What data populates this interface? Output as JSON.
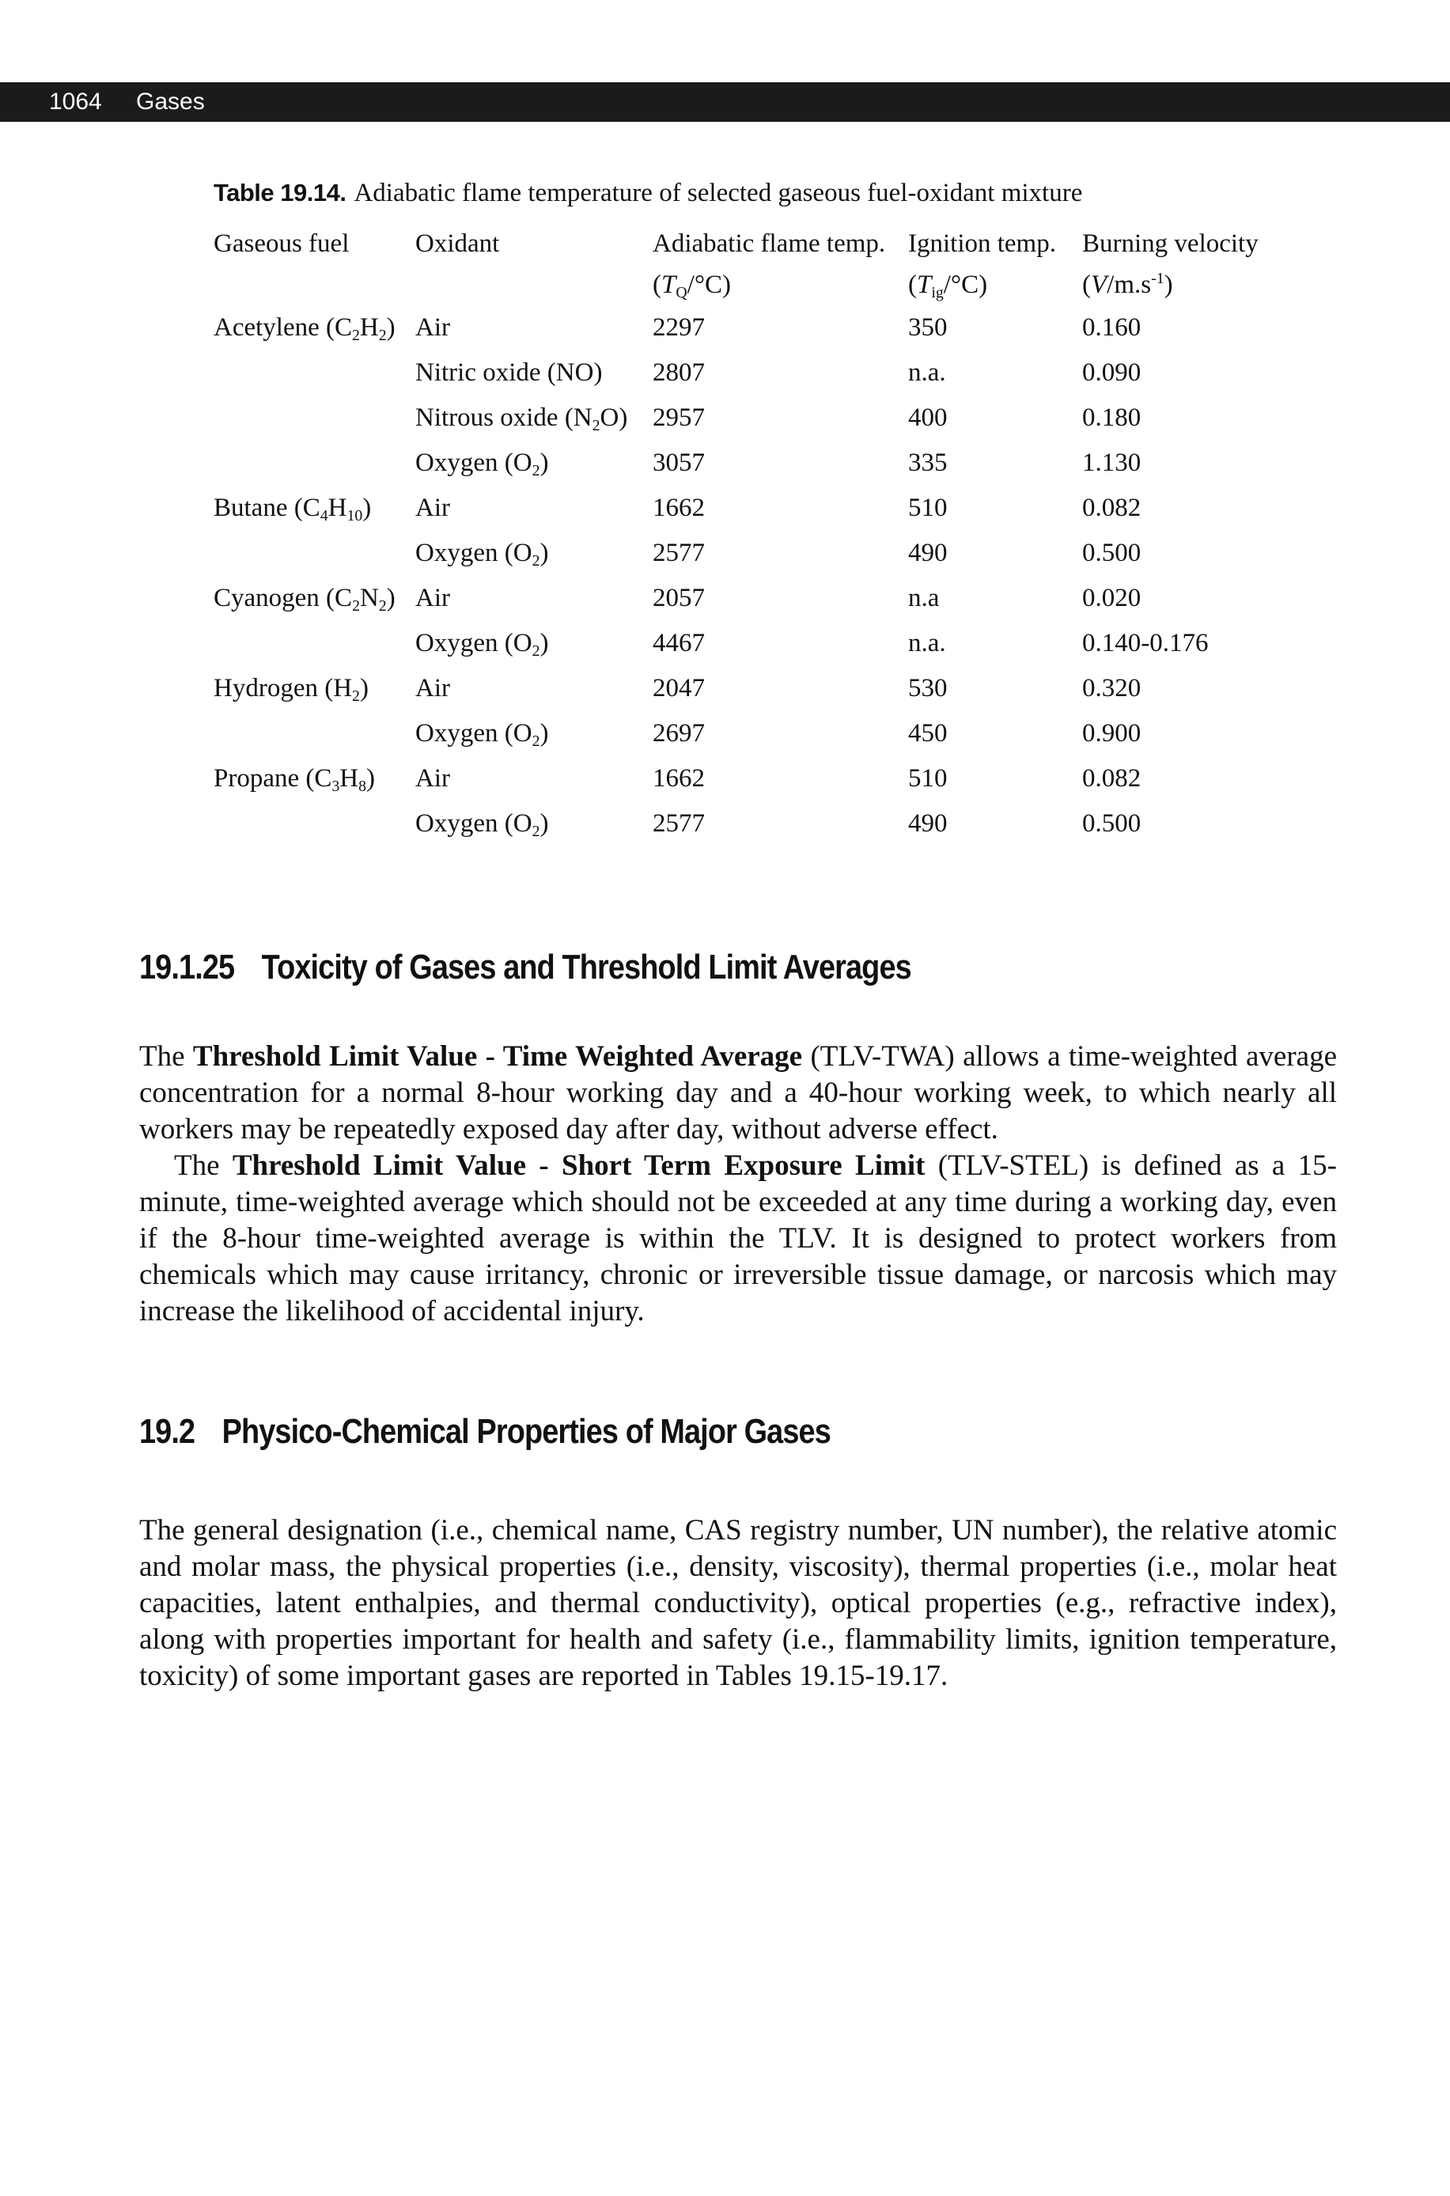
{
  "header": {
    "page_number": "1064",
    "section": "Gases"
  },
  "table": {
    "label": "Table 19.14.",
    "caption": "Adiabatic flame temperature of selected gaseous fuel-oxidant mixture",
    "columns": [
      {
        "line1": "Gaseous fuel",
        "line2": ""
      },
      {
        "line1": "Oxidant",
        "line2": ""
      },
      {
        "line1": "Adiabatic flame temp.",
        "line2_parts": [
          "(",
          "T",
          "Q",
          "/°C)"
        ]
      },
      {
        "line1": "Ignition temp.",
        "line2_parts": [
          "(",
          "T",
          "ig",
          "/°C)"
        ]
      },
      {
        "line1": "Burning velocity",
        "line2_parts": [
          "(",
          "V",
          "/m.s",
          "-1",
          ")"
        ]
      }
    ],
    "rows": [
      {
        "fuel": [
          "Acetylene (C",
          "2",
          "H",
          "2",
          ")"
        ],
        "oxidant": [
          "Air"
        ],
        "flame": "2297",
        "ignition": "350",
        "velocity": "0.160"
      },
      {
        "fuel": [],
        "oxidant": [
          "Nitric oxide (NO)"
        ],
        "flame": "2807",
        "ignition": "n.a.",
        "velocity": "0.090"
      },
      {
        "fuel": [],
        "oxidant": [
          "Nitrous oxide (N",
          "2",
          "O)"
        ],
        "flame": "2957",
        "ignition": "400",
        "velocity": "0.180"
      },
      {
        "fuel": [],
        "oxidant": [
          "Oxygen (O",
          "2",
          ")"
        ],
        "flame": "3057",
        "ignition": "335",
        "velocity": "1.130"
      },
      {
        "fuel": [
          "Butane (C",
          "4",
          "H",
          "10",
          ")"
        ],
        "oxidant": [
          "Air"
        ],
        "flame": "1662",
        "ignition": "510",
        "velocity": "0.082"
      },
      {
        "fuel": [],
        "oxidant": [
          "Oxygen (O",
          "2",
          ")"
        ],
        "flame": "2577",
        "ignition": "490",
        "velocity": "0.500"
      },
      {
        "fuel": [
          "Cyanogen (C",
          "2",
          "N",
          "2",
          ")"
        ],
        "oxidant": [
          "Air"
        ],
        "flame": "2057",
        "ignition": "n.a",
        "velocity": "0.020"
      },
      {
        "fuel": [],
        "oxidant": [
          "Oxygen (O",
          "2",
          ")"
        ],
        "flame": "4467",
        "ignition": "n.a.",
        "velocity": "0.140-0.176"
      },
      {
        "fuel": [
          "Hydrogen (H",
          "2",
          ")"
        ],
        "oxidant": [
          "Air"
        ],
        "flame": "2047",
        "ignition": "530",
        "velocity": "0.320"
      },
      {
        "fuel": [],
        "oxidant": [
          "Oxygen (O",
          "2",
          ")"
        ],
        "flame": "2697",
        "ignition": "450",
        "velocity": "0.900"
      },
      {
        "fuel": [
          "Propane (C",
          "3",
          "H",
          "8",
          ")"
        ],
        "oxidant": [
          "Air"
        ],
        "flame": "1662",
        "ignition": "510",
        "velocity": "0.082"
      },
      {
        "fuel": [],
        "oxidant": [
          "Oxygen (O",
          "2",
          ")"
        ],
        "flame": "2577",
        "ignition": "490",
        "velocity": "0.500"
      }
    ]
  },
  "section_1": {
    "number": "19.1.25",
    "title": "Toxicity of Gases and Threshold Limit Averages",
    "p1_parts": [
      "The ",
      "Threshold Limit Value - Time Weighted Average",
      " (TLV-TWA) allows a time-weighted average concentration for a normal 8-hour working day and a 40-hour working week, to which nearly all workers may be repeatedly exposed day after day, without adverse effect."
    ],
    "p2_parts": [
      "The ",
      "Threshold Limit Value - Short Term Exposure Limit",
      " (TLV-STEL) is defined as a 15-minute, time-weighted average which should not be exceeded at any time during a working day, even if the 8-hour time-weighted average is within the TLV. It is designed to protect workers from chemicals which may cause irritancy, chronic or irreversible tissue damage, or narcosis which may increase the likelihood of accidental injury."
    ]
  },
  "section_2": {
    "number": "19.2",
    "title": "Physico-Chemical Properties of Major Gases",
    "p1": "The general designation (i.e., chemical name, CAS registry number, UN number), the relative atomic and molar mass, the physical properties (i.e., density, viscosity), thermal properties (i.e., molar heat capacities, latent enthalpies, and thermal conductivity), optical properties (e.g., refractive index), along with properties important for health and safety (i.e., flammability limits, ignition temperature, toxicity) of some important gases are reported in Tables 19.15-19.17."
  }
}
